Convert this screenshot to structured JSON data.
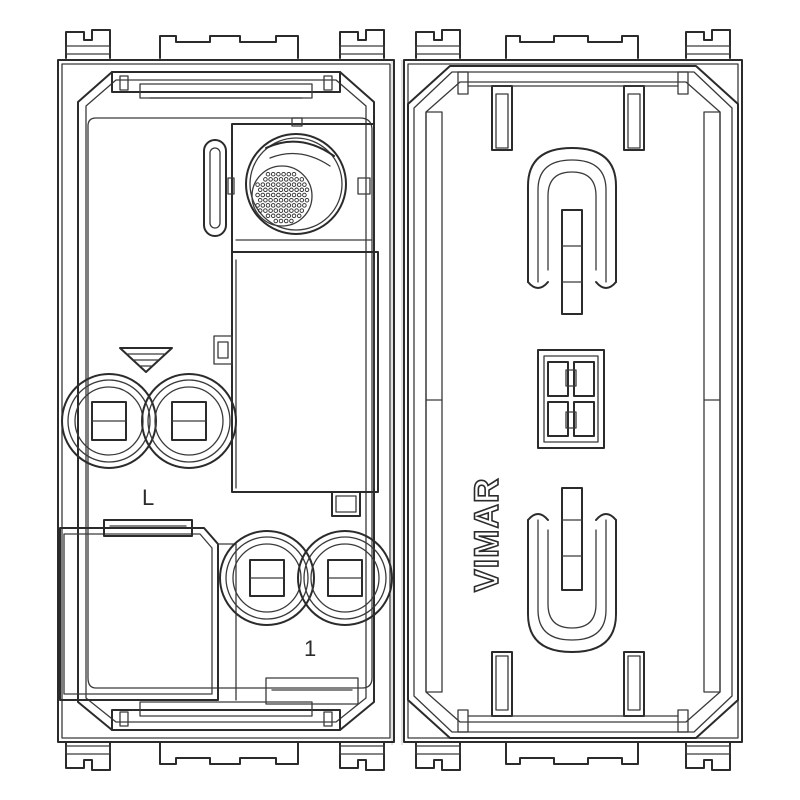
{
  "device": {
    "brand": "VIMAR",
    "terminal_left_label": "L",
    "terminal_right_label": "1"
  },
  "colors": {
    "line": "#2b2b2b",
    "background": "#ffffff"
  }
}
